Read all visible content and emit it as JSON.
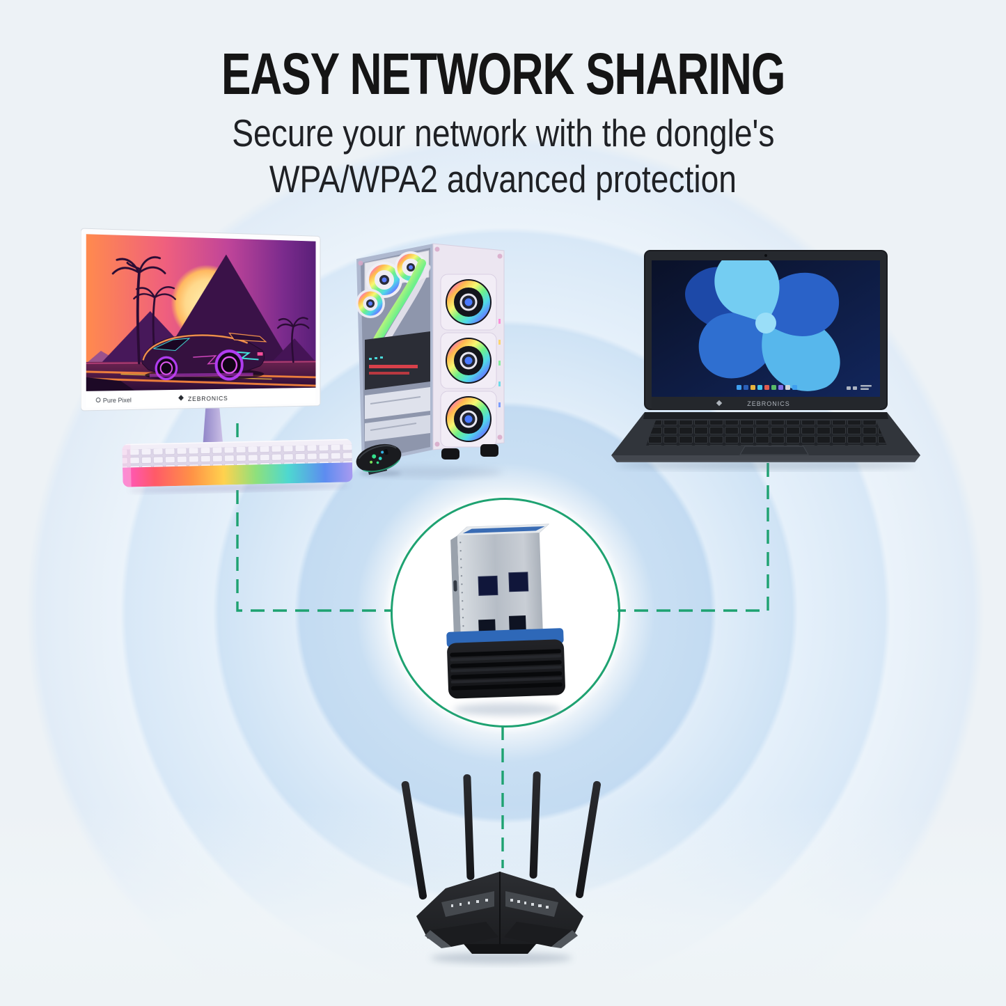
{
  "header": {
    "title": "EASY NETWORK SHARING",
    "subtitle_line1": "Secure your network with the dongle's",
    "subtitle_line2": "WPA/WPA2 advanced protection"
  },
  "branding": {
    "monitor_tagline": "Pure Pixel",
    "monitor_brand": "ZEBRONICS",
    "laptop_brand": "ZEBRONICS"
  },
  "devices": {
    "desktop_label": "desktop-pc-setup",
    "laptop_label": "laptop",
    "dongle_label": "usb-wifi-dongle",
    "router_label": "wifi-router"
  },
  "colors": {
    "accent_green": "#1ea271",
    "ripple_blue": "#c6dcf2",
    "background": "#edf2f6",
    "title_text": "#151515"
  }
}
